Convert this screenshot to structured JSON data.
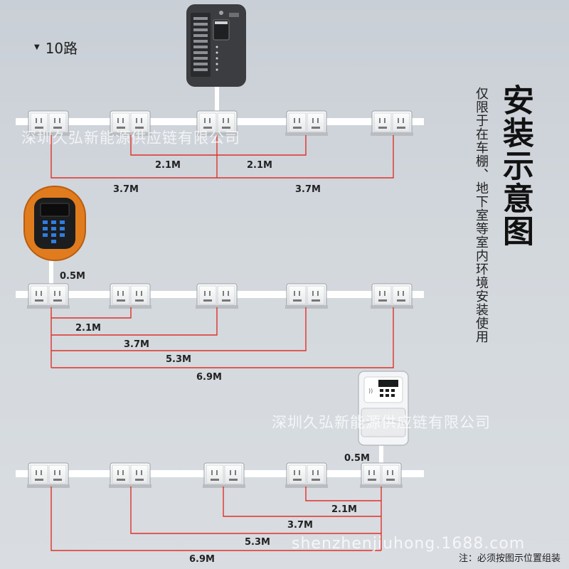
{
  "route_label": "10路",
  "title": "安装示意图",
  "subtitle": "仅限于在车棚、地下室等室内环境安装使用",
  "watermark_1": "深圳久弘新能源供应链有限公司",
  "watermark_2": "深圳久弘新能源供应链有限公司",
  "watermark_3": "shenzhenjiuhong.1688.com",
  "note": "注：必须按图示位置组装",
  "colors": {
    "dimension_line": "#e0312a",
    "rail": "#ffffff",
    "controller_body": "#3b3d40",
    "orange_unit": "#e07b1e"
  },
  "diagrams": [
    {
      "host": "grey-controller",
      "host_offset_label": "",
      "dimensions": [
        {
          "label": "2.1M"
        },
        {
          "label": "2.1M"
        },
        {
          "label": "3.7M"
        },
        {
          "label": "3.7M"
        }
      ]
    },
    {
      "host": "orange-controller",
      "host_offset_label": "0.5M",
      "dimensions": [
        {
          "label": "2.1M"
        },
        {
          "label": "3.7M"
        },
        {
          "label": "5.3M"
        },
        {
          "label": "6.9M"
        }
      ]
    },
    {
      "host": "white-controller",
      "host_offset_label": "0.5M",
      "dimensions": [
        {
          "label": "2.1M"
        },
        {
          "label": "3.7M"
        },
        {
          "label": "5.3M"
        },
        {
          "label": "6.9M"
        }
      ]
    }
  ]
}
